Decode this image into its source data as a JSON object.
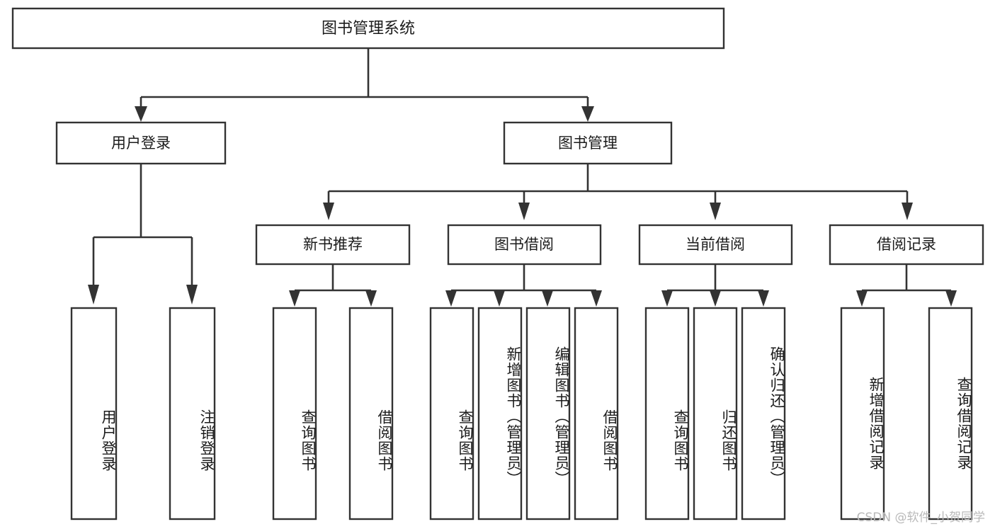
{
  "diagram": {
    "type": "tree-hierarchy",
    "title": "图书管理系统",
    "watermark": "CSDN @软件_小贺同学",
    "colors": {
      "stroke": "#333333",
      "box_fill": "#ffffff",
      "text": "#1b1b1b",
      "background": "#ffffff",
      "watermark": "#b9b9b9"
    },
    "levels": {
      "root": {
        "label": "图书管理系统"
      },
      "level2": [
        {
          "label": "用户登录"
        },
        {
          "label": "图书管理"
        }
      ],
      "level3": [
        {
          "label": "新书推荐"
        },
        {
          "label": "图书借阅"
        },
        {
          "label": "当前借阅"
        },
        {
          "label": "借阅记录"
        }
      ]
    },
    "leaves": {
      "user_login": [
        {
          "label": "用户登录"
        },
        {
          "label": "注销登录"
        }
      ],
      "new_book_recommend": [
        {
          "label": "查询图书"
        },
        {
          "label": "借阅图书"
        }
      ],
      "book_borrow": [
        {
          "label": "查询图书"
        },
        {
          "label": "新增图书（管理员）"
        },
        {
          "label": "编辑图书（管理员）"
        },
        {
          "label": "借阅图书"
        }
      ],
      "current_borrow": [
        {
          "label": "查询图书"
        },
        {
          "label": "归还图书"
        },
        {
          "label": "确认归还（管理员）"
        }
      ],
      "borrow_record": [
        {
          "label": "新增借阅记录"
        },
        {
          "label": "查询借阅记录"
        }
      ]
    }
  }
}
